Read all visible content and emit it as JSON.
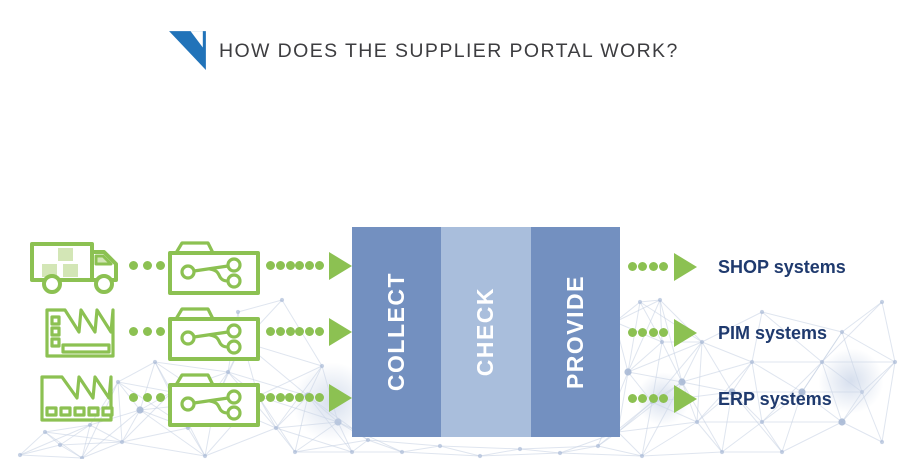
{
  "header": {
    "title": "HOW DOES THE SUPPLIER PORTAL WORK?",
    "logo_icon": "blue-folded-triangles-logo-icon"
  },
  "flow": {
    "sources": [
      {
        "icon": "delivery-truck-icon"
      },
      {
        "icon": "factory-windows-icon"
      },
      {
        "icon": "factory-boxes-icon"
      }
    ],
    "folder_icon": "folder-data-branch-icon",
    "stages": [
      {
        "label": "COLLECT"
      },
      {
        "label": "CHECK"
      },
      {
        "label": "PROVIDE"
      }
    ],
    "outputs": [
      {
        "label": "SHOP systems"
      },
      {
        "label": "PIM systems"
      },
      {
        "label": "ERP systems"
      }
    ]
  },
  "colors": {
    "green": "#8cc152",
    "green_fill": "#d3e6b6",
    "navy": "#1f3a6e",
    "stage_blue": "#7390c0",
    "stage_blue_light": "#a9bedc",
    "logo_blue": "#2173b9",
    "title_text": "#3d3d40",
    "mesh_line": "#c5d0e2",
    "mesh_node": "#a8b9d5"
  }
}
